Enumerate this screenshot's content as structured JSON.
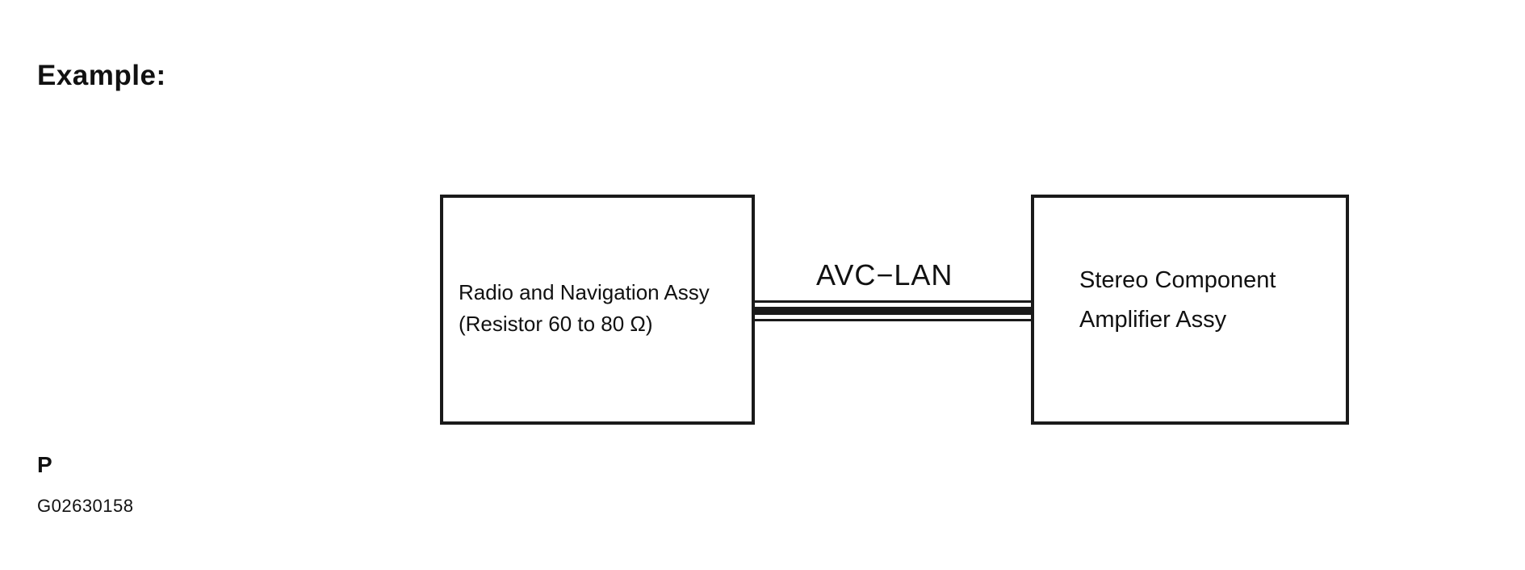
{
  "heading": "Example:",
  "diagram": {
    "left_box": {
      "line1": "Radio and Navigation Assy",
      "line2": "(Resistor 60 to 80 Ω)"
    },
    "right_box": {
      "line1": "Stereo Component",
      "line2": "Amplifier Assy"
    },
    "connection_label": "AVC−LAN"
  },
  "footer": {
    "mark": "P",
    "figure_id": "G02630158"
  }
}
